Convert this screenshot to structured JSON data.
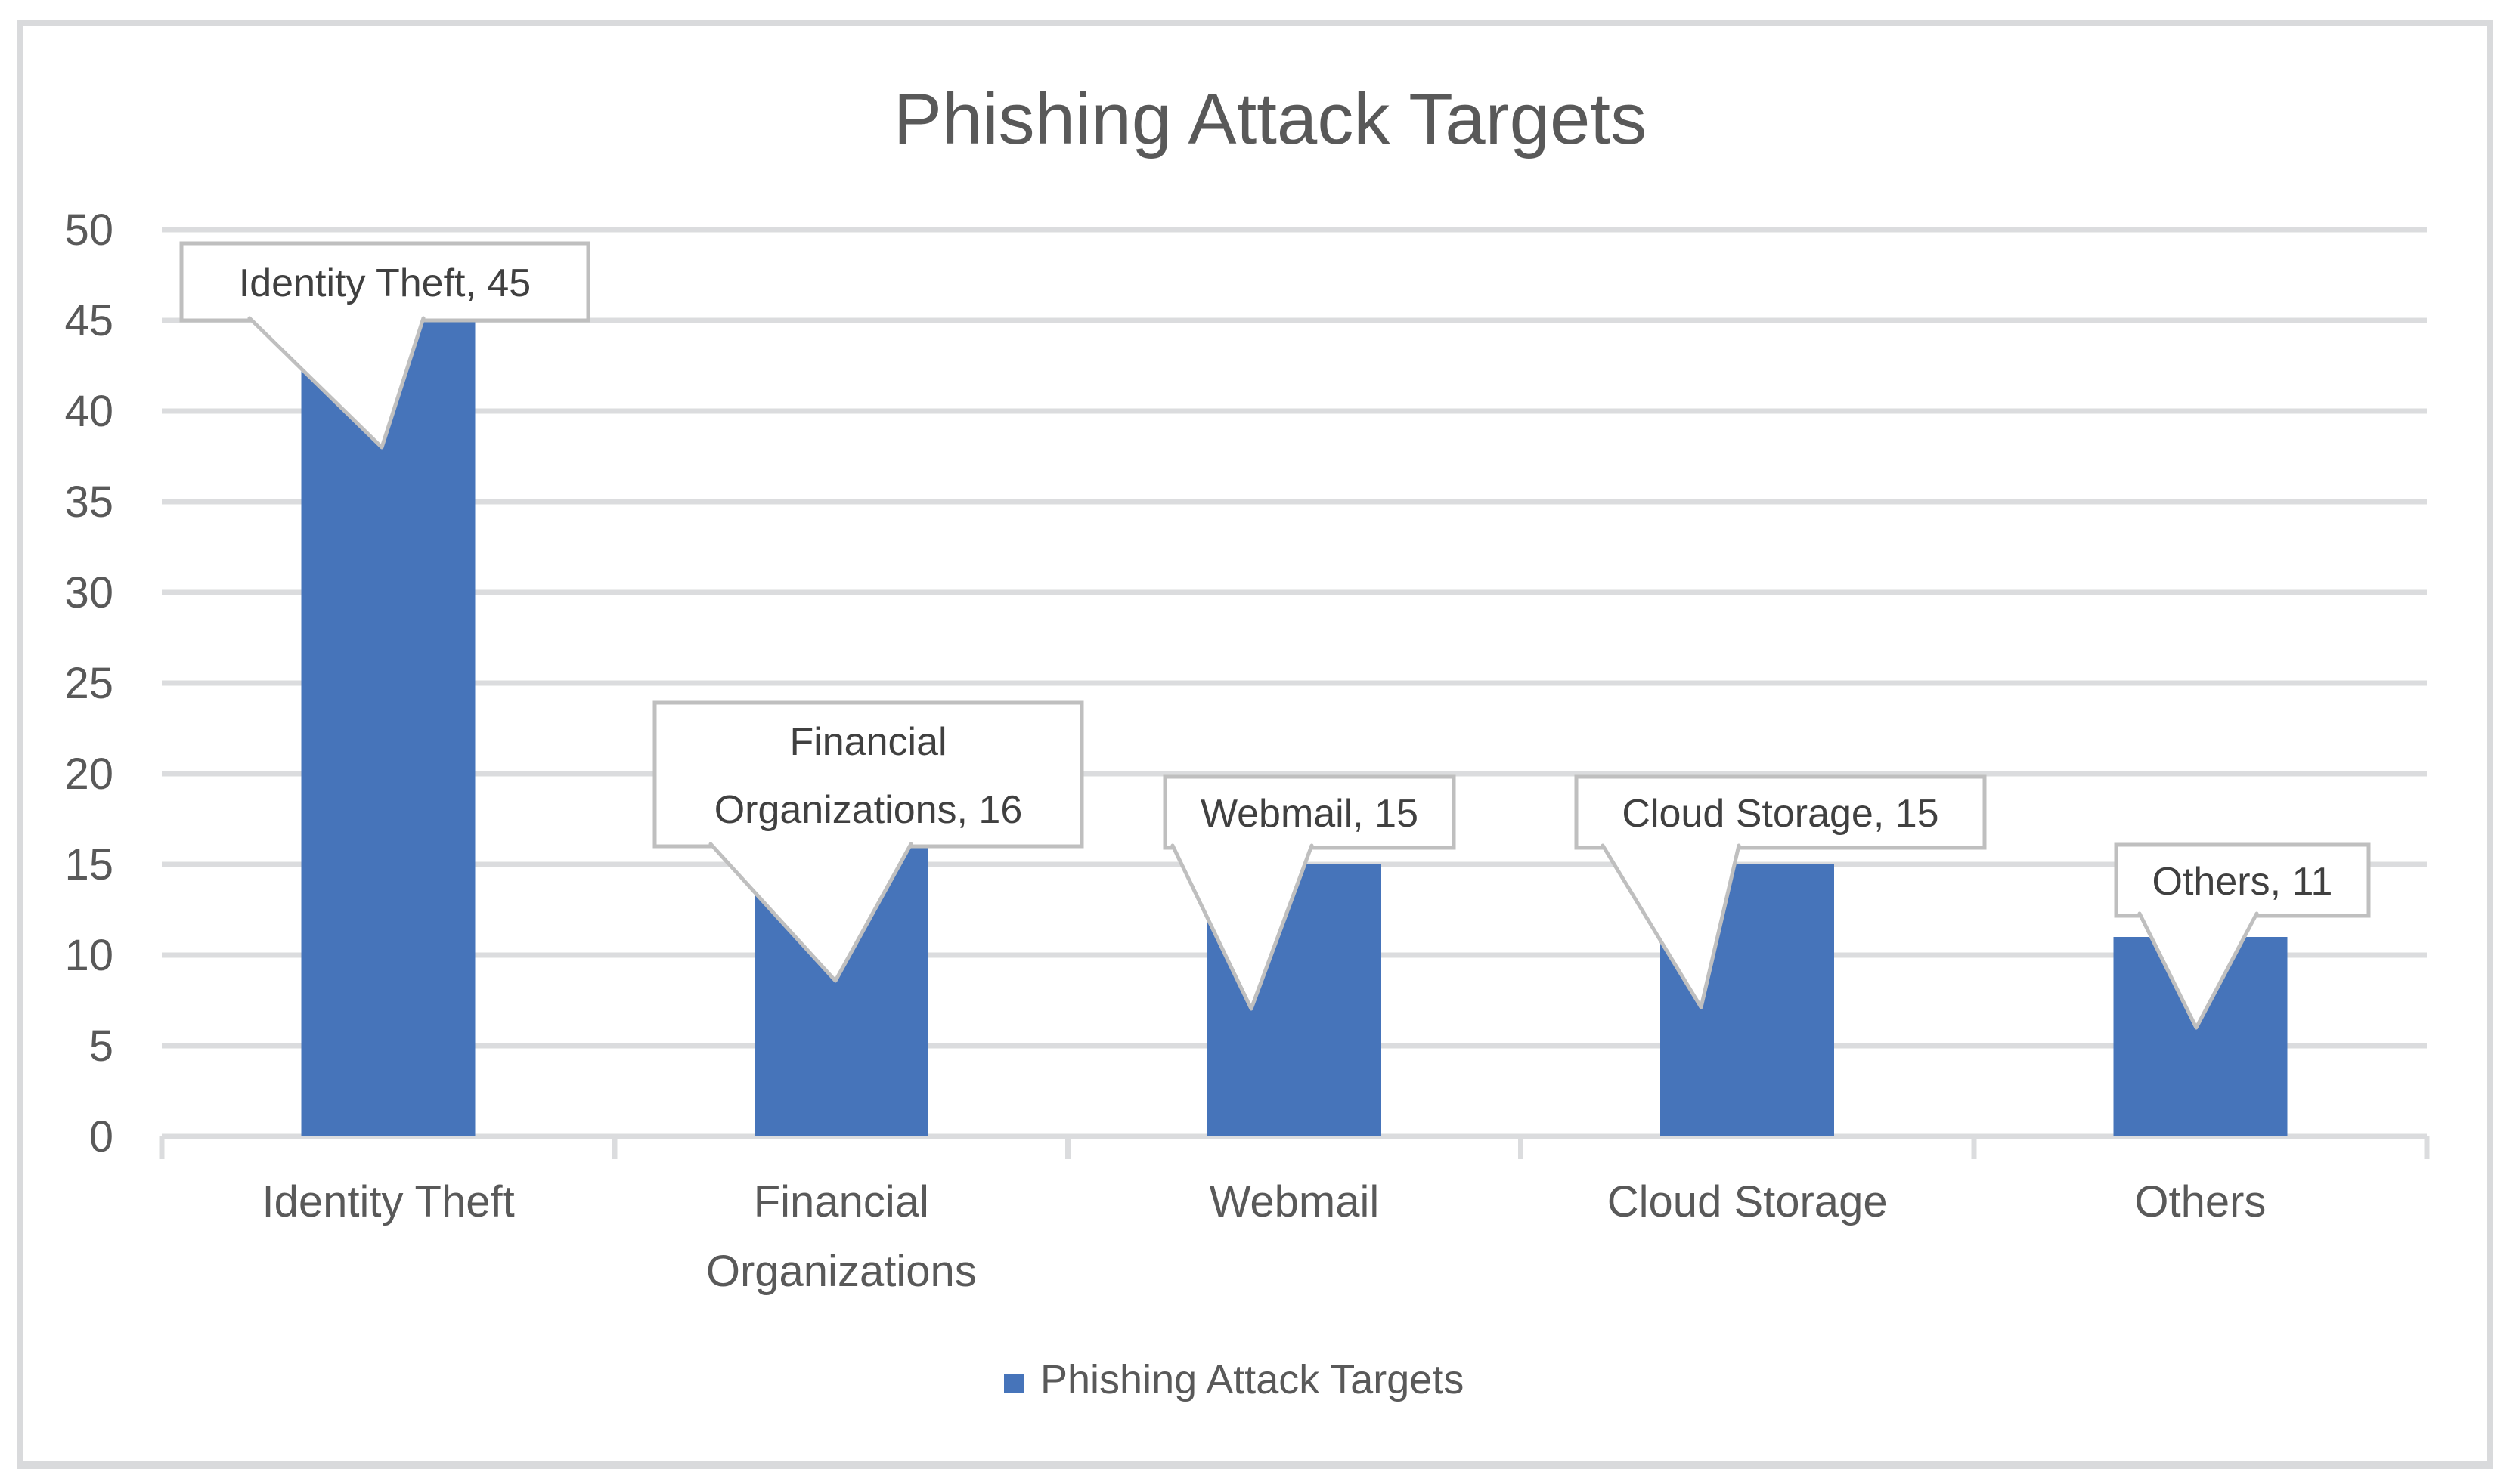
{
  "chart_data": {
    "type": "bar",
    "title": "Phishing Attack Targets",
    "legend_label": "Phishing Attack Targets",
    "legend_position": "bottom",
    "categories": [
      "Identity Theft",
      "Financial Organizations",
      "Webmail",
      "Cloud Storage",
      "Others"
    ],
    "values": [
      45,
      16,
      15,
      15,
      11
    ],
    "series": [
      {
        "name": "Phishing Attack Targets",
        "values": [
          45,
          16,
          15,
          15,
          11
        ]
      }
    ],
    "data_labels": [
      {
        "label": "Identity Theft, 45",
        "lines": [
          "Identity Theft, 45"
        ]
      },
      {
        "label": "Financial Organizations, 16",
        "lines": [
          "Financial",
          "Organizations, 16"
        ]
      },
      {
        "label": "Webmail, 15",
        "lines": [
          "Webmail, 15"
        ]
      },
      {
        "label": "Cloud Storage, 15",
        "lines": [
          "Cloud Storage, 15"
        ]
      },
      {
        "label": "Others, 11",
        "lines": [
          "Others, 11"
        ]
      }
    ],
    "category_lines": [
      [
        "Identity Theft"
      ],
      [
        "Financial",
        "Organizations"
      ],
      [
        "Webmail"
      ],
      [
        "Cloud Storage"
      ],
      [
        "Others"
      ]
    ],
    "y_ticks": [
      "0",
      "5",
      "10",
      "15",
      "20",
      "25",
      "30",
      "35",
      "40",
      "45",
      "50"
    ],
    "ylim": [
      0,
      50
    ],
    "y_tick_step": 5,
    "grid": "horizontal",
    "bar_color": "#4674BA",
    "colors": {
      "text": "#595959",
      "callout_text": "#404040",
      "callout_border": "#BFBFBF",
      "gridline": "#DBDCDE",
      "frame_border": "#D9DADC",
      "background": "#FFFFFF"
    }
  }
}
